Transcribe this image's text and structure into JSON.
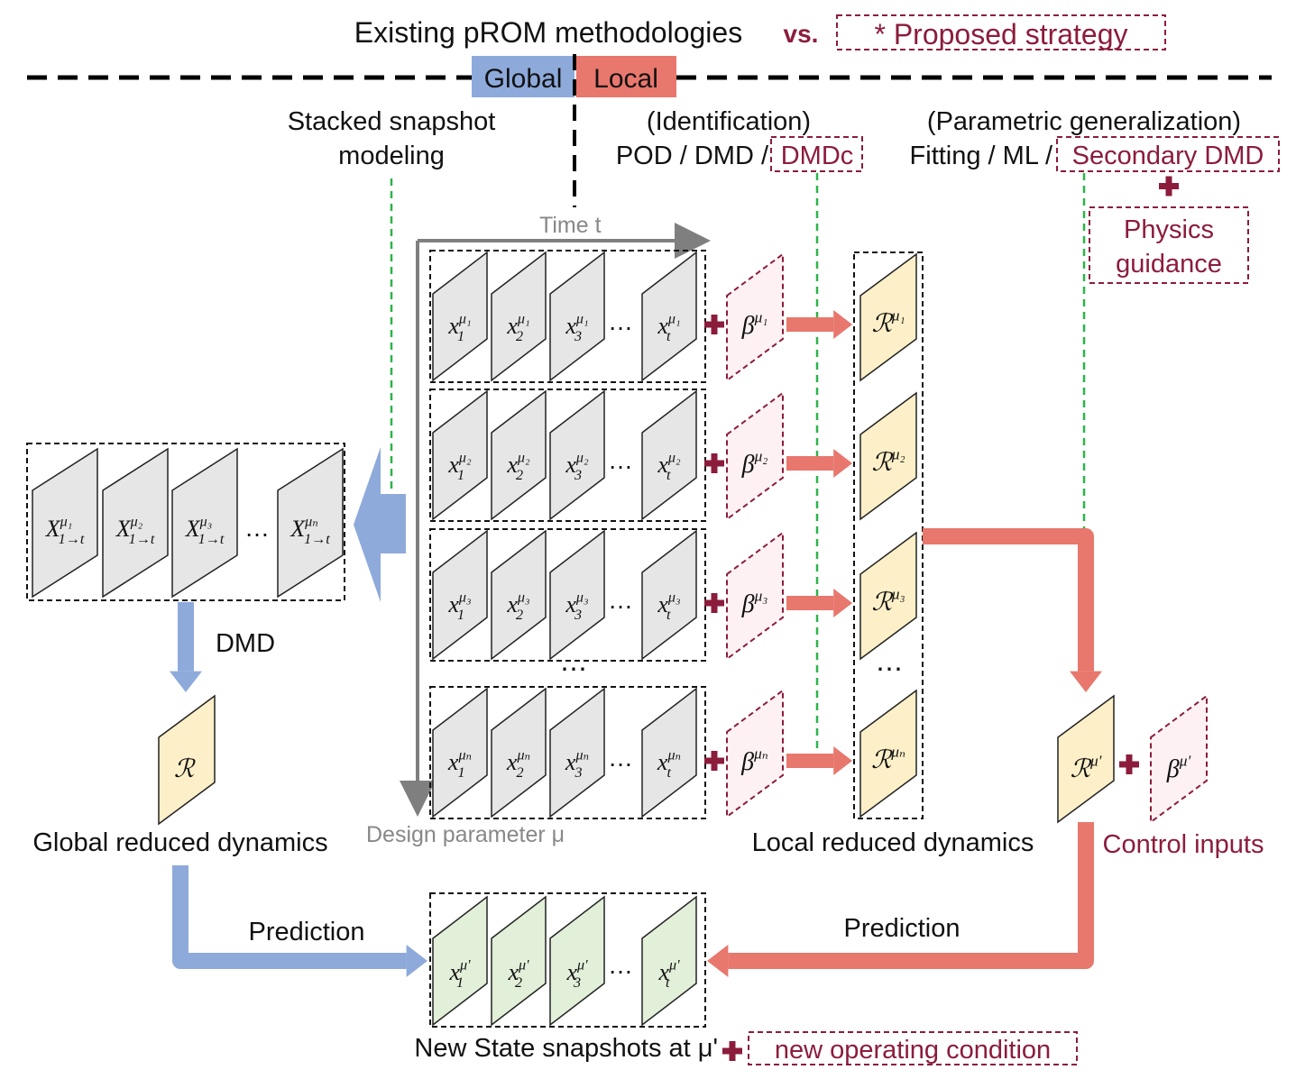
{
  "header": {
    "title": "Existing pROM methodologies",
    "vs": "vs.",
    "proposed": "* Proposed strategy",
    "global_tab": "Global",
    "local_tab": "Local"
  },
  "labels": {
    "stacked_line1": "Stacked snapshot",
    "stacked_line2": "modeling",
    "ident_line1": "(Identification)",
    "ident_line2": "POD / DMD /",
    "dmdc": "DMDc",
    "param_line1": "(Parametric generalization)",
    "param_line2": "Fitting / ML /",
    "secondary_dmd": "Secondary DMD",
    "physics_line1": "Physics",
    "physics_line2": "guidance",
    "time_axis": "Time t",
    "design_axis": "Design parameter μ",
    "dmd": "DMD",
    "global_reduced": "Global reduced dynamics",
    "local_reduced": "Local reduced dynamics",
    "control_inputs": "Control inputs",
    "prediction_left": "Prediction",
    "prediction_right": "Prediction",
    "new_state": "New State snapshots at μ'",
    "new_condition": "new operating condition",
    "ellipsis": "…",
    "vdots": "⋯"
  },
  "math": {
    "snap_rows": [
      "μ₁",
      "μ₂",
      "μ₃",
      "μₙ"
    ],
    "snap_cols": [
      "1",
      "2",
      "3",
      "t"
    ],
    "stack_cols": [
      "μ₁",
      "μ₂",
      "μ₃",
      "μₙ"
    ],
    "stack_sub": "1→t",
    "new_row": "μ'",
    "R_global": "ℛ"
  },
  "colors": {
    "global_blue": "#8eaadb",
    "local_red": "#e8776d",
    "accent": "#8c1c3c",
    "gray_panel": "#e6e6e6",
    "yellow_panel": "#fdf0c8",
    "green_panel": "#e2efd9",
    "pink_panel": "#fdf1f3",
    "green_dash": "#2db34a",
    "axis_gray": "#7f7f7f"
  },
  "icons": [
    "plus-icon",
    "arrow-icon",
    "parallelogram-icon"
  ]
}
